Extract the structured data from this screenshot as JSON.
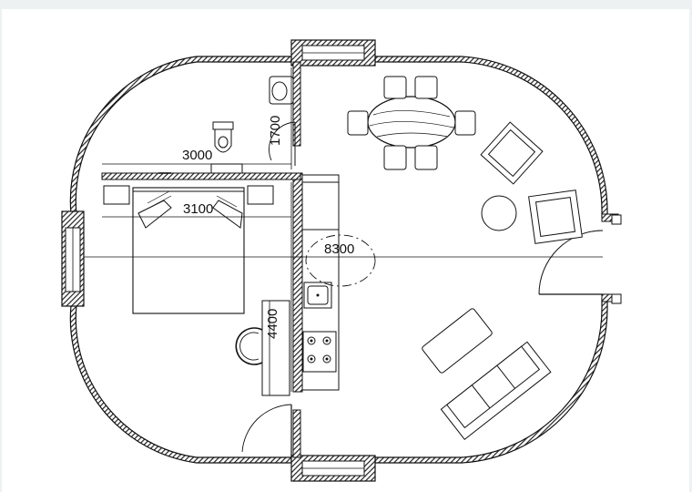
{
  "plan": {
    "dimensions": {
      "bedroom_depth": "3000",
      "bedroom_width": "3100",
      "bath_depth": "1700",
      "overall_width": "8300",
      "kitchen_length": "4400"
    },
    "colors": {
      "wall_hatch": "#222222",
      "line": "#111111",
      "paper": "#ffffff",
      "background": "#eef1f2"
    }
  }
}
